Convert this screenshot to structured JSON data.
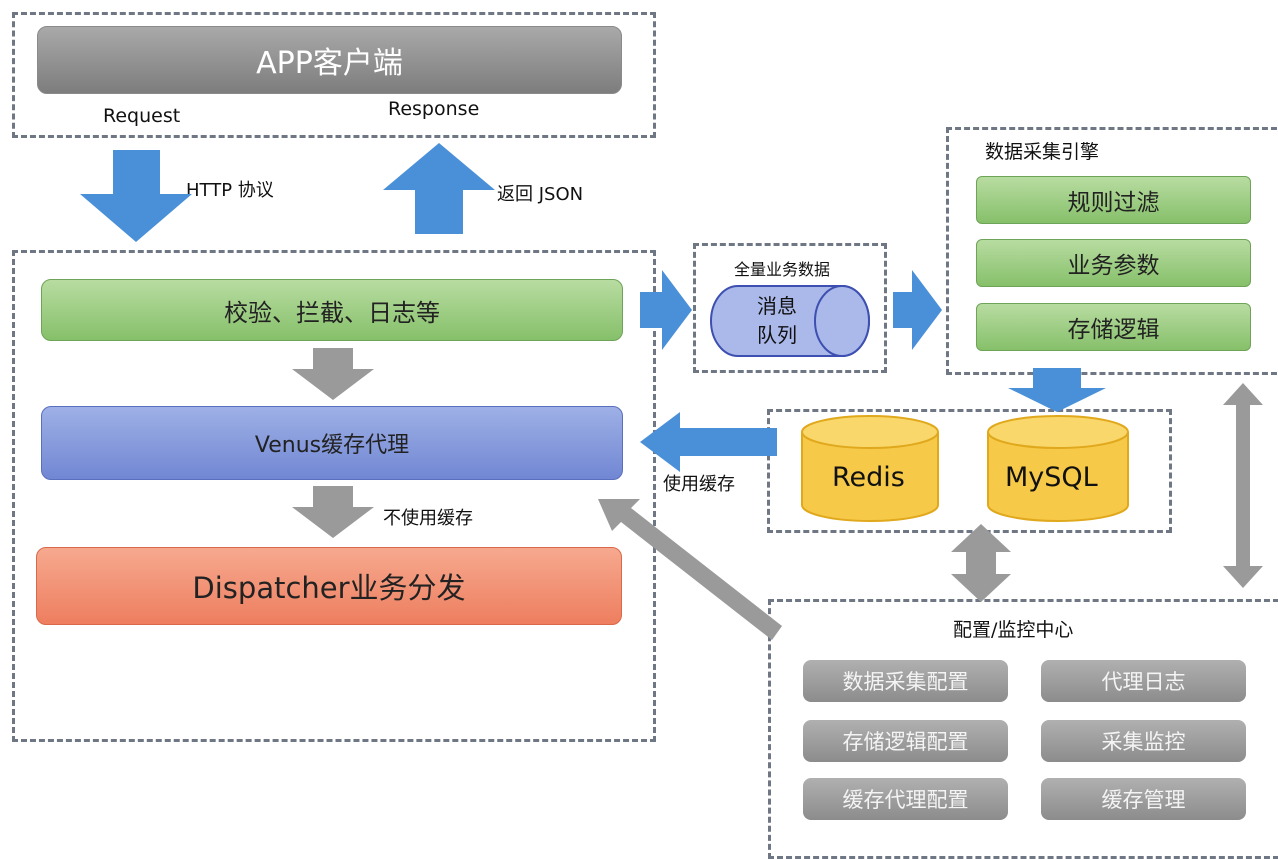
{
  "client": {
    "title": "APP客户端",
    "request": "Request",
    "response": "Response"
  },
  "arrows": {
    "http": "HTTP 协议",
    "json": "返回 JSON",
    "use_cache": "使用缓存",
    "no_cache": "不使用缓存"
  },
  "server": {
    "filter": "校验、拦截、日志等",
    "venus": "Venus缓存代理",
    "dispatcher": "Dispatcher业务分发"
  },
  "queue": {
    "title": "全量业务数据",
    "cylinder": "消息队列"
  },
  "engine": {
    "title": "数据采集引擎",
    "items": [
      "规则过滤",
      "业务参数",
      "存储逻辑"
    ]
  },
  "storage": {
    "redis": "Redis",
    "mysql": "MySQL"
  },
  "config": {
    "title": "配置/监控中心",
    "items": [
      "数据采集配置",
      "代理日志",
      "存储逻辑配置",
      "采集监控",
      "缓存代理配置",
      "缓存管理"
    ]
  },
  "colors": {
    "arrow_blue": "#4a90d9",
    "arrow_grey": "#9a9a9a",
    "green": "#8fc676",
    "blue": "#7e93d8",
    "orange": "#f08c6c",
    "yellow": "#f7c948"
  }
}
